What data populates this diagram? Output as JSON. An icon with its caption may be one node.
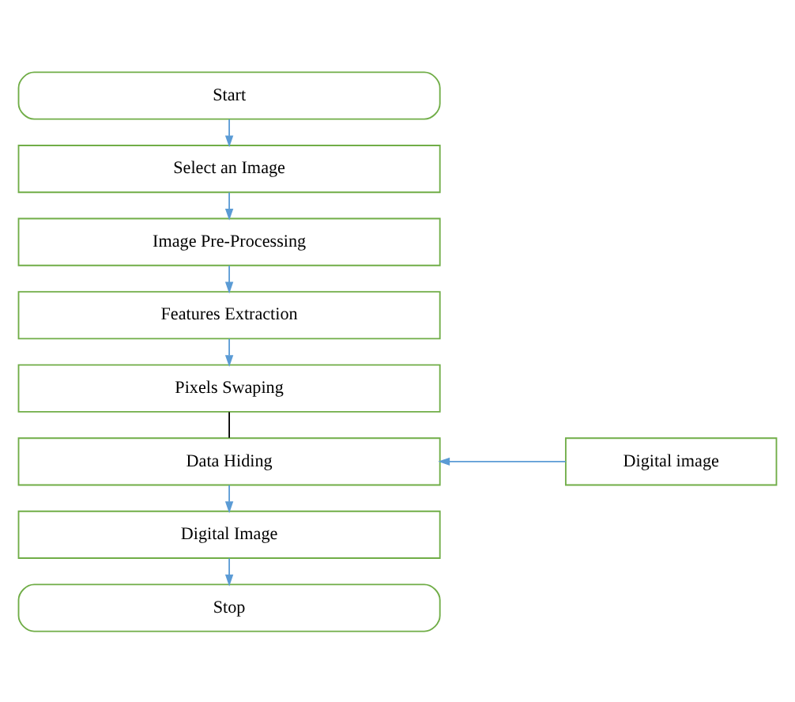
{
  "diagram": {
    "nodes": [
      {
        "text": [
          "Start"
        ]
      },
      {
        "text": [
          "Select an Image"
        ]
      },
      {
        "text": [
          "Image Pre-Processing"
        ]
      },
      {
        "text": [
          "Features Extraction"
        ]
      },
      {
        "text": [
          "Pixels Swaping"
        ]
      },
      {
        "text": [
          "Data Hiding"
        ]
      },
      {
        "text": [
          "Digital Image"
        ]
      },
      {
        "text": [
          "Stop"
        ]
      },
      {
        "text": [
          "Digital image"
        ]
      }
    ],
    "edges": [
      {
        "from": 0,
        "to": 1,
        "arrow": "to"
      },
      {
        "from": 1,
        "to": 2,
        "arrow": "to"
      },
      {
        "from": 2,
        "to": 3,
        "arrow": "to"
      },
      {
        "from": 3,
        "to": 4,
        "arrow": "to"
      },
      {
        "from": 4,
        "to": 5,
        "arrow": "none",
        "color": "#000000"
      },
      {
        "from": 8,
        "to": 5,
        "arrow": "to"
      },
      {
        "from": 5,
        "to": 6,
        "arrow": "to"
      },
      {
        "from": 6,
        "to": 7,
        "arrow": "to"
      }
    ]
  }
}
